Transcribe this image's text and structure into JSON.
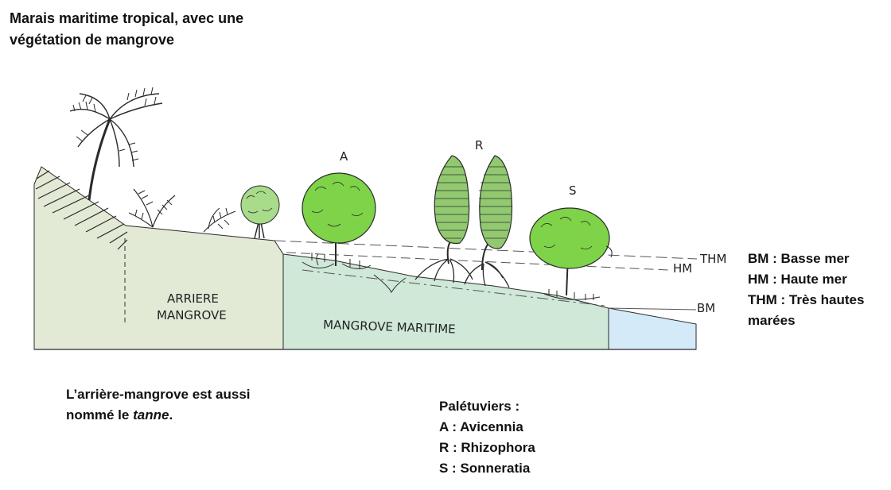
{
  "title": {
    "line1": "Marais maritime tropical, avec une",
    "line2": "végétation de mangrove"
  },
  "zones": {
    "back_line1": "ARRIERE",
    "back_line2": "MANGROVE",
    "maritime": "MANGROVE  MARITIME"
  },
  "tree_labels": {
    "a": "A",
    "r": "R",
    "s": "S"
  },
  "tide_labels": {
    "thm": "THM",
    "hm": "HM",
    "bm": "BM"
  },
  "tide_legend": {
    "bm": "BM : Basse mer",
    "hm": "HM : Haute mer",
    "thm_line1": "THM : Très hautes",
    "thm_line2": "marées"
  },
  "note": {
    "prefix": "L’arrière-mangrove est aussi",
    "middle": "nommé le ",
    "italic": "tanne",
    "suffix": "."
  },
  "trees_legend": {
    "heading": "Palétuviers :",
    "a": "A : Avicennia",
    "r": "R : Rhizophora",
    "s": "S : Sonneratia"
  },
  "colors": {
    "back_mangrove": "#e2ead6",
    "maritime_mangrove": "#cfe8d8",
    "sea": "#d5eaf8",
    "foliage": "#7ed348",
    "rhizophora": "#92c970",
    "outline": "#2a2a2a"
  }
}
